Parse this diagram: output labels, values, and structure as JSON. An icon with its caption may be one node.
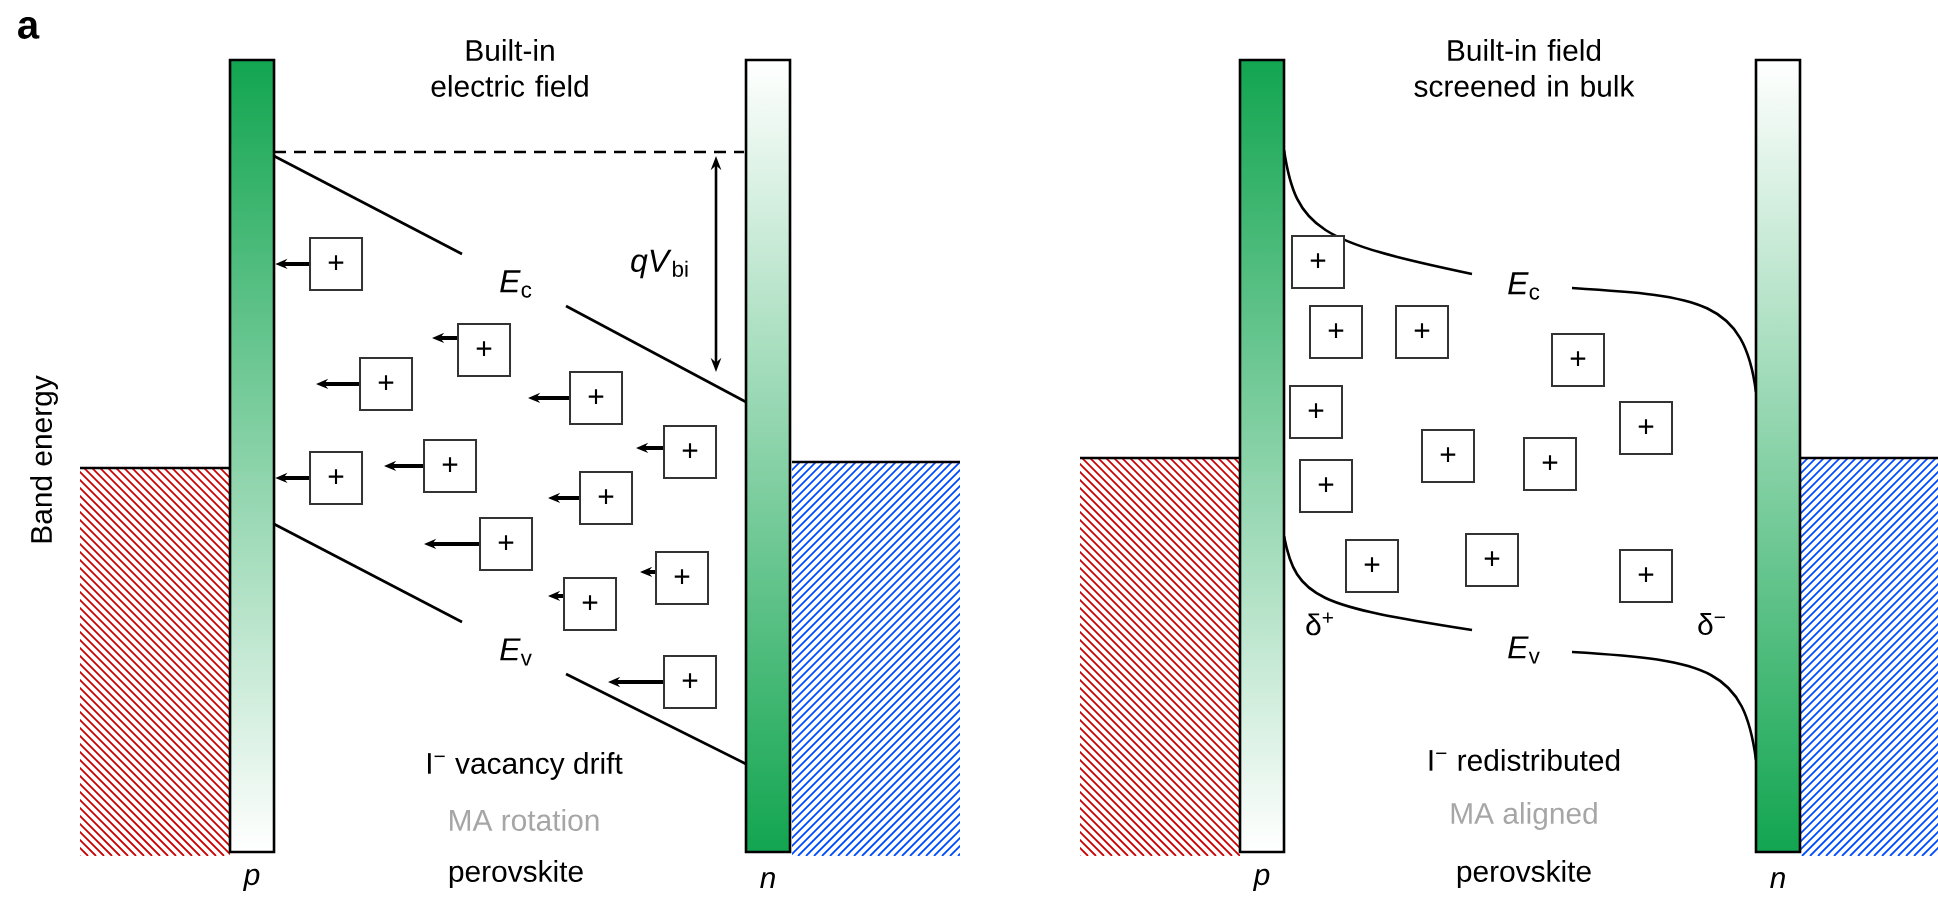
{
  "diagram": {
    "nodes": [
      {
        "text": [
          "+"
        ]
      },
      {
        "text": [
          "+"
        ]
      },
      {
        "text": [
          "+"
        ]
      },
      {
        "text": [
          "+"
        ]
      },
      {
        "text": [
          "+"
        ]
      },
      {
        "text": [
          "+"
        ]
      },
      {
        "text": [
          "+"
        ]
      },
      {
        "text": [
          "+"
        ]
      },
      {
        "text": [
          "+"
        ]
      },
      {
        "text": [
          "+"
        ]
      },
      {
        "text": [
          "+"
        ]
      },
      {
        "text": [
          "+"
        ]
      },
      {
        "text": [
          "+"
        ]
      },
      {
        "text": [
          "+"
        ]
      },
      {
        "text": [
          "+"
        ]
      },
      {
        "text": [
          "+"
        ]
      },
      {
        "text": [
          "+"
        ]
      },
      {
        "text": [
          "+"
        ]
      },
      {
        "text": [
          "+"
        ]
      },
      {
        "text": [
          "+"
        ]
      },
      {
        "text": [
          "+"
        ]
      },
      {
        "text": [
          "+"
        ]
      },
      {
        "text": [
          "+"
        ]
      },
      {
        "text": [
          "+"
        ]
      },
      {
        "text": [],
        "shape": "bar",
        "beside": [
          "p"
        ]
      },
      {
        "text": [],
        "shape": "bar",
        "beside": [
          "n"
        ]
      },
      {
        "text": [],
        "shape": "bar",
        "beside": [
          "p"
        ]
      },
      {
        "text": [],
        "shape": "bar",
        "beside": [
          "n"
        ]
      }
    ],
    "edges": [
      {
        "from": 0,
        "to": 24,
        "arrow": "to"
      },
      {
        "from": 1,
        "to": null,
        "arrow": "to"
      },
      {
        "from": 2,
        "to": null,
        "arrow": "to"
      },
      {
        "from": 3,
        "to": null,
        "arrow": "to"
      },
      {
        "from": 4,
        "to": null,
        "arrow": "to"
      },
      {
        "from": 5,
        "to": null,
        "arrow": "to"
      },
      {
        "from": 6,
        "to": 24,
        "arrow": "to"
      },
      {
        "from": 7,
        "to": null,
        "arrow": "to"
      },
      {
        "from": 8,
        "to": null,
        "arrow": "to"
      },
      {
        "from": 9,
        "to": null,
        "arrow": "to"
      },
      {
        "from": 10,
        "to": null,
        "arrow": "to"
      },
      {
        "from": 11,
        "to": null,
        "arrow": "to"
      }
    ],
    "labels": [
      "a",
      "Built-in electric field",
      "Band energy",
      "*qV*$_{bi}$",
      "*E*$_{c}$",
      "*E*$_{v}$",
      "I$^{−}$ vacancy drift",
      "MA rotation",
      "perovskite",
      "Built-in field screened in bulk",
      "*E*$_{c}$",
      "*E*$_{v}$",
      "δ$^{+}$",
      "δ$^{−}$",
      "I$^{−}$ redistributed",
      "MA aligned",
      "perovskite"
    ]
  }
}
